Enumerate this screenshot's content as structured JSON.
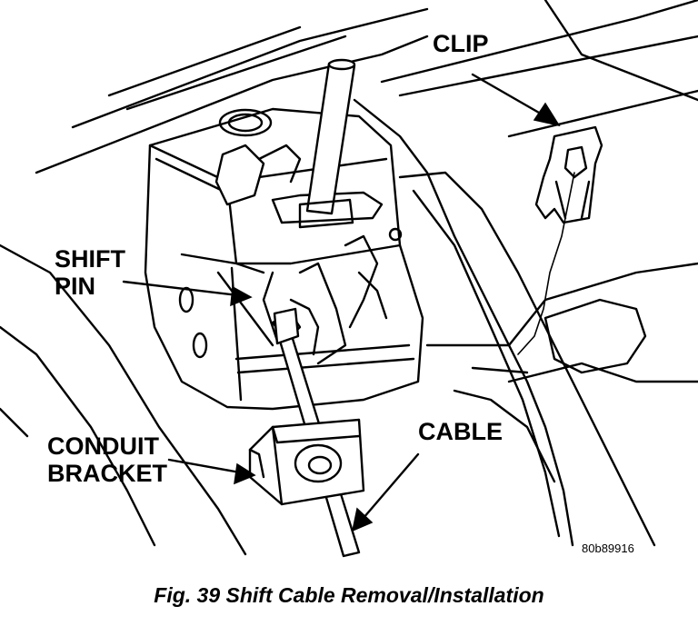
{
  "labels": {
    "clip": "CLIP",
    "shift_pin_line1": "SHIFT",
    "shift_pin_line2": "PIN",
    "cable": "CABLE",
    "conduit_bracket_line1": "CONDUIT",
    "conduit_bracket_line2": "BRACKET"
  },
  "figure_code": "80b89916",
  "caption": "Fig. 39 Shift Cable Removal/Installation"
}
